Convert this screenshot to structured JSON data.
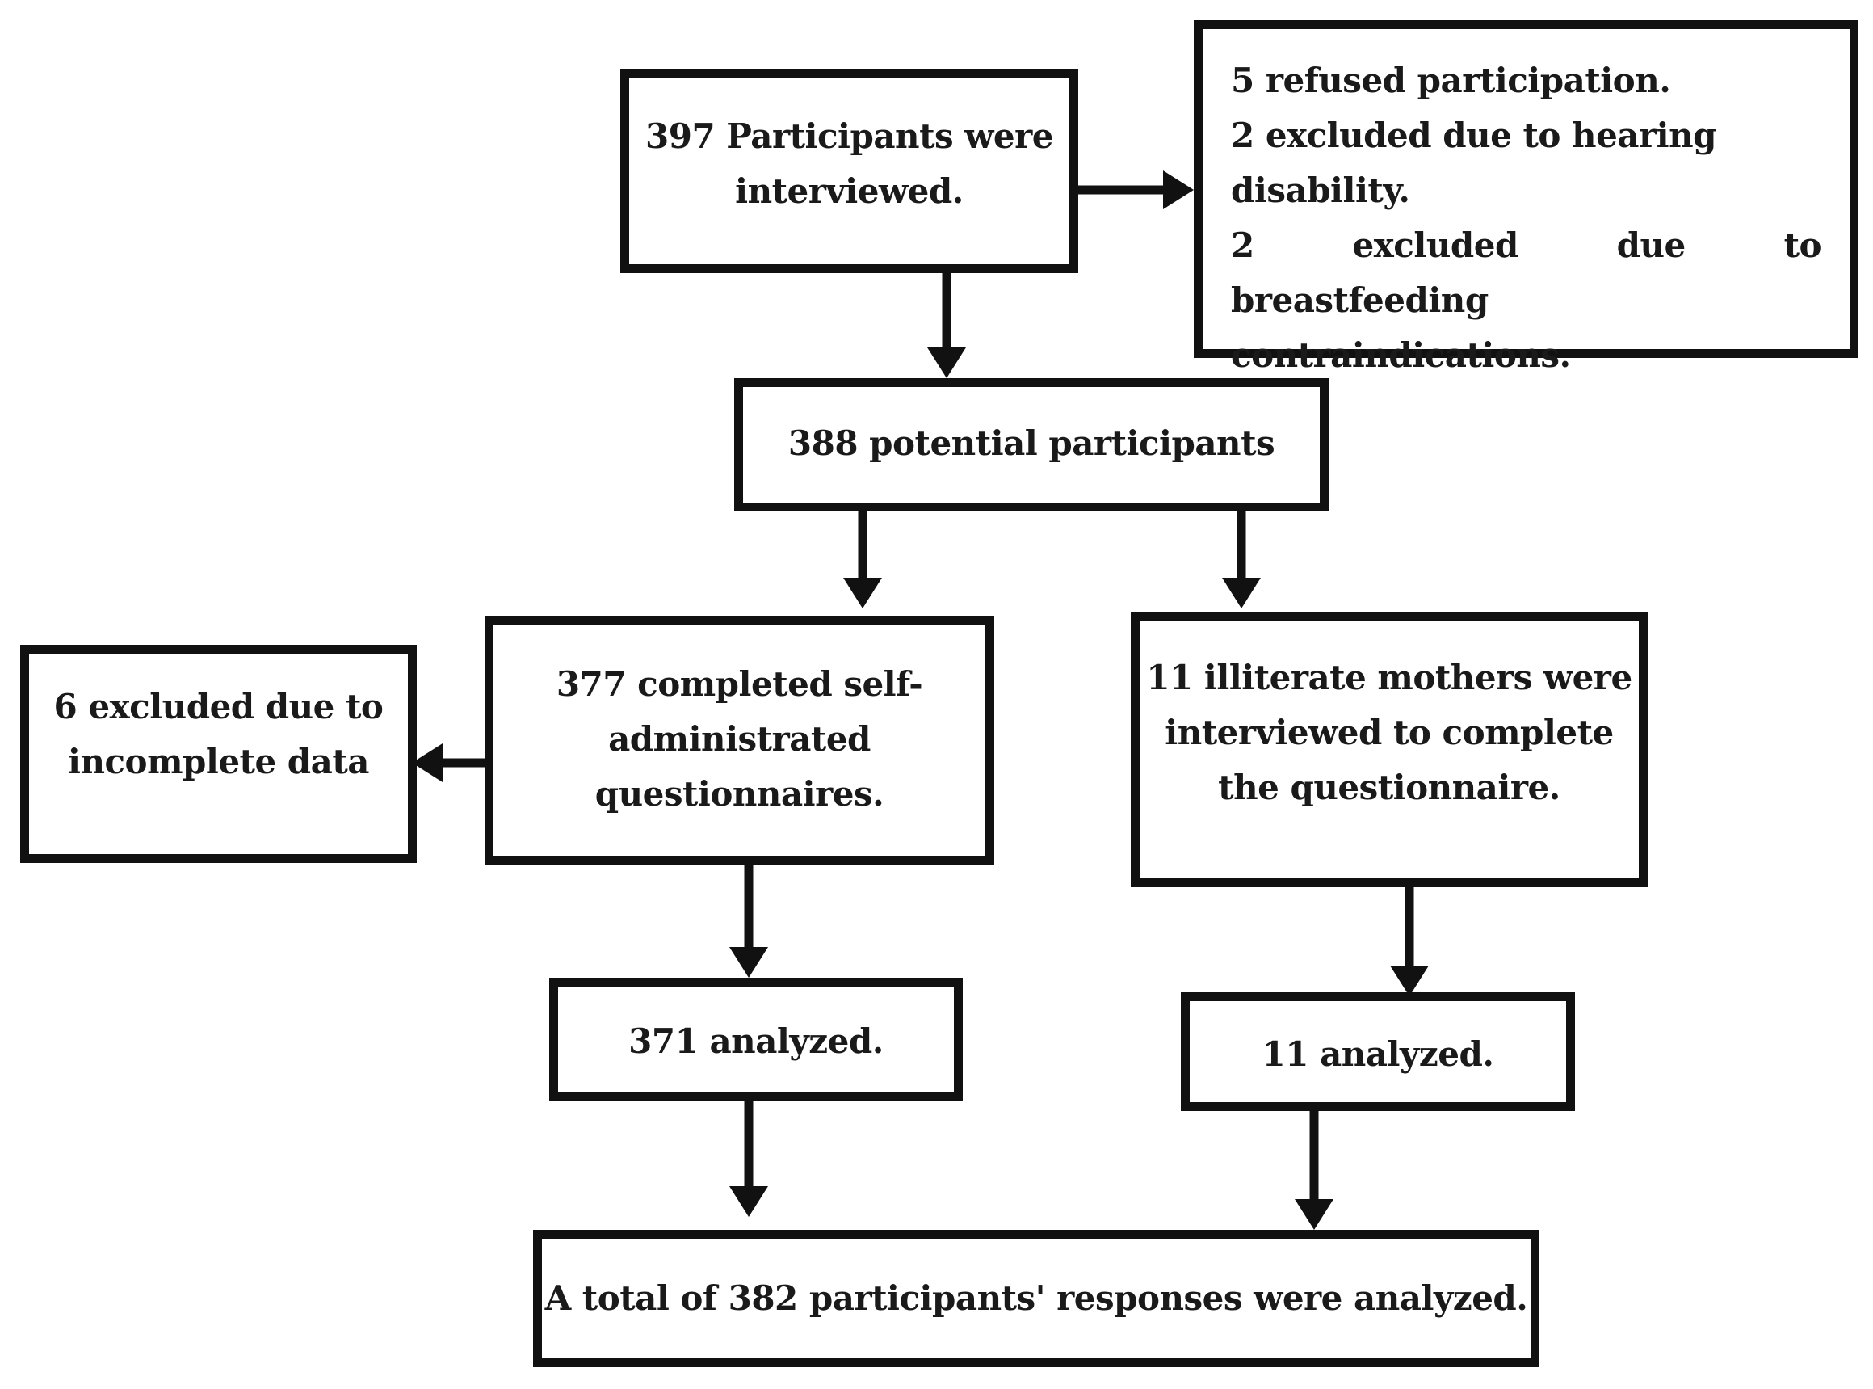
{
  "flowchart": {
    "interviewed": {
      "line1": "397 Participants were",
      "line2": "interviewed."
    },
    "exclusions_initial": {
      "line1": "5 refused participation.",
      "line2": "2 excluded due to hearing disability.",
      "line3": "2 excluded due to breastfeeding",
      "line4": "contraindications."
    },
    "potential": {
      "line1": "388 potential participants"
    },
    "self_administered": {
      "line1": "377 completed self-",
      "line2": "administrated",
      "line3": "questionnaires."
    },
    "incomplete_excluded": {
      "line1": "6 excluded due to",
      "line2": "incomplete data"
    },
    "illiterate": {
      "line1": "11 illiterate mothers were",
      "line2": "interviewed to complete",
      "line3": "the questionnaire."
    },
    "analyzed_self": {
      "line1": "371 analyzed."
    },
    "analyzed_illiterate": {
      "line1": "11 analyzed."
    },
    "total": {
      "line1": "A total of 382 participants' responses were analyzed."
    }
  }
}
